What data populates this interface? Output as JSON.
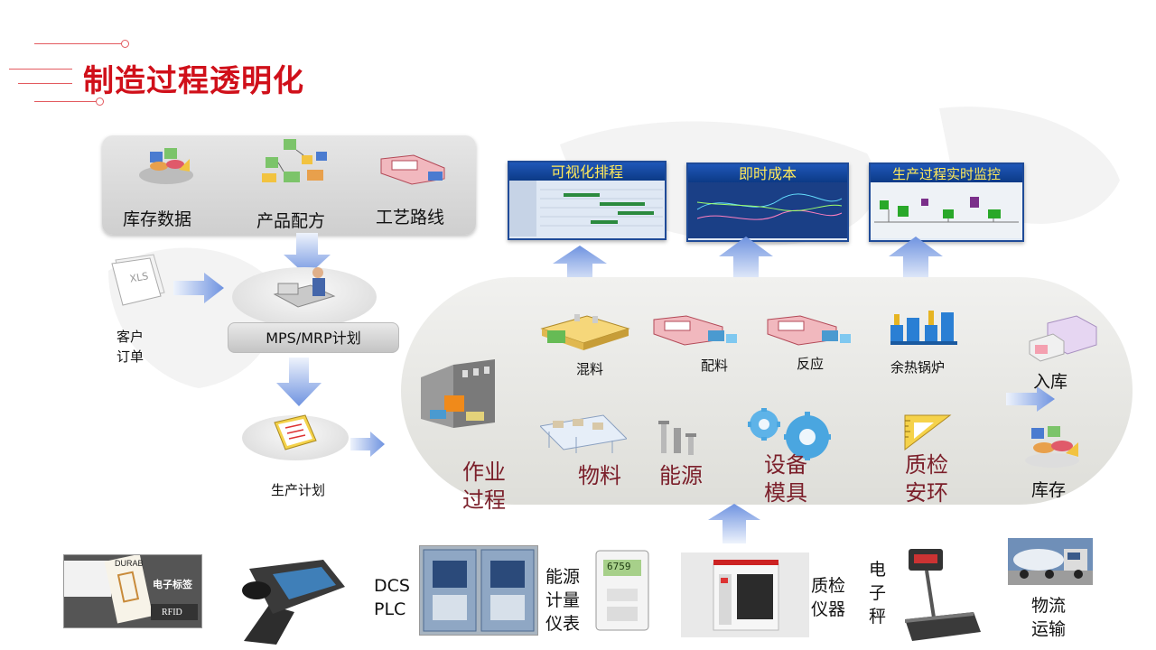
{
  "title": "制造过程透明化",
  "top_panel": {
    "items": [
      {
        "label": "库存数据"
      },
      {
        "label": "产品配方"
      },
      {
        "label": "工艺路线"
      }
    ]
  },
  "left": {
    "xls_text": "XLS",
    "customer_order": "客户订单",
    "mps_label": "MPS/MRP计划",
    "production_plan": "生产计划"
  },
  "screens": [
    {
      "title": "可视化排程"
    },
    {
      "title": "即时成本"
    },
    {
      "title": "生产过程实时监控"
    }
  ],
  "process": {
    "steps": [
      "混料",
      "配料",
      "反应",
      "余热锅炉"
    ],
    "categories": [
      {
        "line1": "作业",
        "line2": "过程"
      },
      {
        "line1": "物料",
        "line2": ""
      },
      {
        "line1": "能源",
        "line2": ""
      },
      {
        "line1": "设备",
        "line2": "模具"
      },
      {
        "line1": "质检",
        "line2": "安环"
      }
    ]
  },
  "right": {
    "inbound": "入库",
    "inventory": "库存"
  },
  "bottom": {
    "rfid_tag_text": "电子标签",
    "rfid_brand": "DURAB",
    "rfid_label": "RFID",
    "dcs_line1": "DCS",
    "dcs_line2": "PLC",
    "energy_meter": {
      "line1": "能源",
      "line2": "计量",
      "line3": "仪表"
    },
    "meter_reading": "6759",
    "qc_instrument": {
      "line1": "质检",
      "line2": "仪器"
    },
    "scale": {
      "line1": "电",
      "line2": "子",
      "line3": "秤"
    },
    "logistics": {
      "line1": "物流",
      "line2": "运输"
    }
  },
  "colors": {
    "title_red": "#d0101a",
    "maroon": "#7b1f2a",
    "screen_blue": "#1f4b98",
    "arrow_blue": "#6f93e0"
  }
}
